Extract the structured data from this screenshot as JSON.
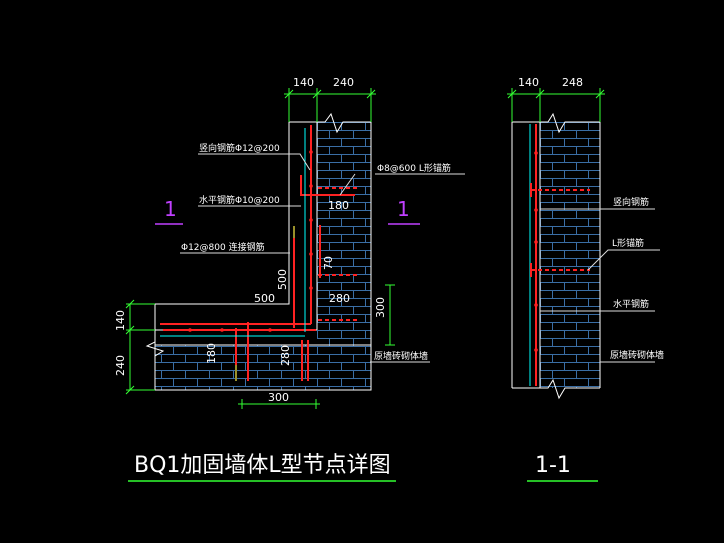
{
  "colors": {
    "background": "#000000",
    "outline": "#ffffff",
    "dimension_line": "#33ff33",
    "rebar": "#ff2222",
    "reinforcement_layer": "#00ffff",
    "masonry": "#3a6ea5",
    "section_mark": "#c040ff",
    "leader": "#dddddd"
  },
  "plan_view": {
    "top_dims": [
      "140",
      "240"
    ],
    "dims": {
      "d180_top": "180",
      "d70": "70",
      "d500_vert": "500",
      "d500_horiz": "500",
      "d280_right": "280",
      "d300_right": "300",
      "d140_left": "140",
      "d240_left": "240",
      "d180_bottom": "180",
      "d280_bottom": "280",
      "d300_bottom": "300"
    },
    "labels": {
      "vertical_rebar": "竖向钢筋Φ12@200",
      "horizontal_rebar": "水平钢筋Φ10@200",
      "connector": "Φ12@800  连接钢筋",
      "l_anchor": "Φ8@600  L形锚筋",
      "original_wall": "原墙砖砌体墙"
    },
    "section_marks": [
      "1",
      "1"
    ]
  },
  "section_view": {
    "top_dims": [
      "140",
      "248"
    ],
    "labels": {
      "vertical_rebar": "竖向钢筋",
      "l_anchor": "L形锚筋",
      "horizontal_rebar": "水平钢筋",
      "original_wall": "原墙砖砌体墙"
    }
  },
  "titles": {
    "main": "BQ1加固墙体L型节点详图",
    "section": "1-1"
  }
}
